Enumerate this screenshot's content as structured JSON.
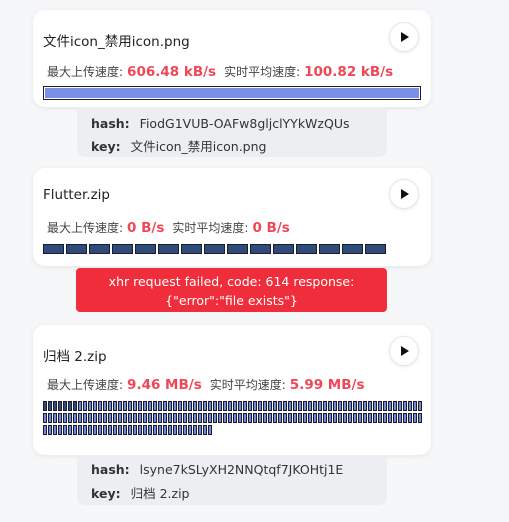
{
  "uploads": [
    {
      "filename": "文件icon_禁用icon.png",
      "max_speed_label": "最大上传速度:",
      "max_speed": "606.48 kB/s",
      "avg_speed_label": "实时平均速度:",
      "avg_speed": "100.82 kB/s",
      "progress": 1.0,
      "hash_label": "hash:",
      "hash": "FiodG1VUB-OAFw8gljclYYkWzQUs",
      "key_label": "key:",
      "key": "文件icon_禁用icon.png"
    },
    {
      "filename": "Flutter.zip",
      "max_speed_label": "最大上传速度:",
      "max_speed": "0 B/s",
      "avg_speed_label": "实时平均速度:",
      "avg_speed": "0 B/s",
      "chunks_total": 15,
      "chunks_done": 15,
      "error": "xhr request failed, code: 614 response: {\"error\":\"file exists\"}"
    },
    {
      "filename": "归档 2.zip",
      "max_speed_label": "最大上传速度:",
      "max_speed": "9.46 MB/s",
      "avg_speed_label": "实时平均速度:",
      "avg_speed": "5.99 MB/s",
      "chunks_total": 186,
      "chunks_done": 7,
      "hash_label": "hash:",
      "hash": "lsyne7kSLyXH2NNQtqf7JKOHtj1E",
      "key_label": "key:",
      "key": "归档 2.zip"
    }
  ],
  "colors": {
    "accent": "#ef4757",
    "error_bg": "#ef2d3b",
    "chunk_done": "#2e4b7c",
    "chunk_progress": "#6f8ad8",
    "bar_fill": "#7a8fe6"
  },
  "icons": {
    "play": "play-icon"
  }
}
